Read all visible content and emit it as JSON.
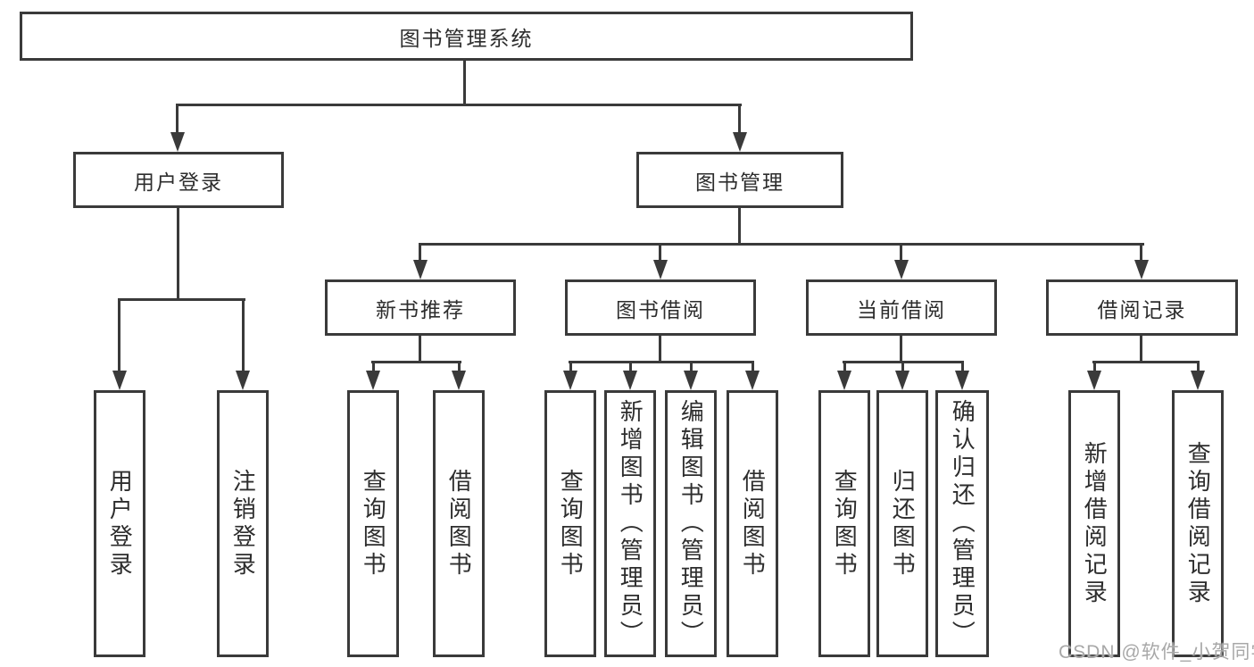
{
  "root": {
    "label": "图书管理系统"
  },
  "level2": {
    "user_login": {
      "label": "用户登录"
    },
    "book_mgmt": {
      "label": "图书管理"
    }
  },
  "user_login_children": [
    "用户登录",
    "注销登录"
  ],
  "sections": [
    {
      "label": "新书推荐",
      "children": [
        "查询图书",
        "借阅图书"
      ]
    },
    {
      "label": "图书借阅",
      "children": [
        "查询图书",
        "新增图书（管理员）",
        "编辑图书（管理员）",
        "借阅图书"
      ]
    },
    {
      "label": "当前借阅",
      "children": [
        "查询图书",
        "归还图书",
        "确认归还（管理员）"
      ]
    },
    {
      "label": "借阅记录",
      "children": [
        "新增借阅记录",
        "查询借阅记录"
      ]
    }
  ],
  "watermark": "CSDN @软件_小贺同学",
  "colors": {
    "line": "#3a3a3a",
    "text": "#2d2d2d",
    "watermark": "#a8a8a8",
    "background": "#ffffff"
  }
}
